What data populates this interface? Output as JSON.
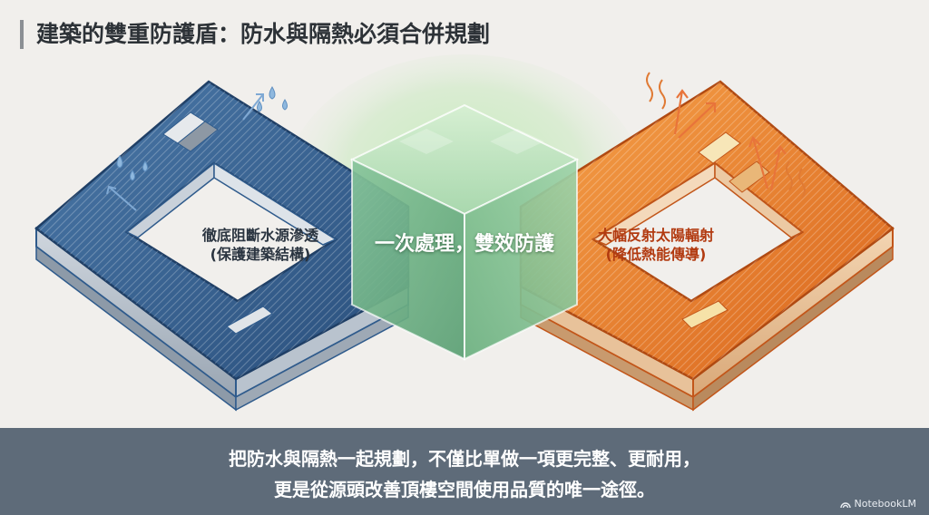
{
  "title": "建築的雙重防護盾：防水與隔熱必須合併規劃",
  "labels": {
    "left_line1": "徹底阻斷水源滲透",
    "left_line2": "(保護建築結構)",
    "center": "一次處理，雙效防護",
    "right_line1": "大幅反射太陽輻射",
    "right_line2": "(降低熱能傳導)"
  },
  "footer": {
    "line1": "把防水與隔熱一起規劃，不僅比單做一項更完整、更耐用，",
    "line2": "更是從源頭改善頂樓空間使用品質的唯一途徑。"
  },
  "brand": "NotebookLM",
  "colors": {
    "water_blue": "#2f5b8c",
    "heat_orange": "#e8822a",
    "center_green": "#7fc29a",
    "footer_bg": "#5e6b79"
  }
}
